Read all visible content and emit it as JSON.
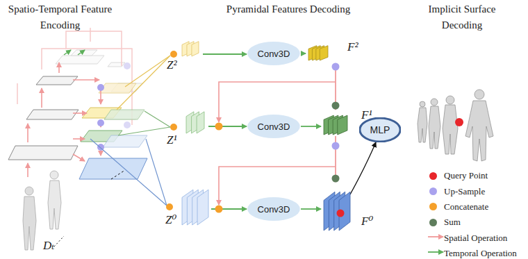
{
  "diagram": {
    "nodes": [
      {
        "text": [
          "Z²"
        ]
      },
      {
        "text": [
          "Conv3D"
        ]
      },
      {
        "text": [
          "F²"
        ]
      },
      {
        "text": [
          "Z¹"
        ]
      },
      {
        "text": [
          "Conv3D"
        ]
      },
      {
        "text": [
          "F¹"
        ]
      },
      {
        "text": [
          "Z⁰"
        ]
      },
      {
        "text": [
          "Conv3D"
        ]
      },
      {
        "text": [
          "F⁰"
        ]
      },
      {
        "text": [
          "MLP"
        ]
      }
    ],
    "edges": [
      {
        "from": 0,
        "to": 1,
        "arrow": "to"
      },
      {
        "from": 1,
        "to": 2,
        "arrow": "to"
      },
      {
        "from": 3,
        "to": 4,
        "arrow": "to"
      },
      {
        "from": 4,
        "to": 5,
        "arrow": "to"
      },
      {
        "from": 6,
        "to": 7,
        "arrow": "to"
      },
      {
        "from": 7,
        "to": 8,
        "arrow": "to"
      },
      {
        "from": 2,
        "to": 5,
        "arrow": "to"
      },
      {
        "from": 5,
        "to": 8,
        "arrow": "to"
      },
      {
        "from": 8,
        "to": 9,
        "arrow": "to"
      }
    ],
    "labels": [
      "Spatio-Temporal Feature Encoding",
      "Pyramidal Features Decoding",
      "Implicit Surface Decoding",
      "Dₜ"
    ],
    "legend": [
      {
        "text": "Query Point",
        "color": "#e8262b"
      },
      {
        "text": "Up-Sample",
        "color": "#a9a2ee"
      },
      {
        "text": "Concatenate",
        "color": "#f5a02a"
      },
      {
        "text": "Sum",
        "color": "#5e7d5c"
      },
      {
        "text": "Spatial Operation"
      },
      {
        "text": "Temporal Operation"
      }
    ]
  }
}
